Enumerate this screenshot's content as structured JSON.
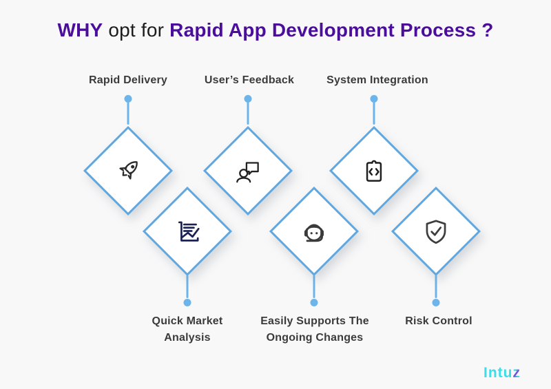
{
  "title": {
    "highlight_prefix": "WHY",
    "connector": " opt for ",
    "highlight_main": "Rapid App Development Process ?"
  },
  "features": [
    {
      "label": "Rapid Delivery",
      "icon": "rocket-icon",
      "row": "top"
    },
    {
      "label": "User’s Feedback",
      "icon": "user-feedback-icon",
      "row": "top"
    },
    {
      "label": "System Integration",
      "icon": "code-clipboard-icon",
      "row": "top"
    },
    {
      "label": "Quick Market Analysis",
      "icon": "market-analysis-chart-icon",
      "row": "bottom"
    },
    {
      "label": "Easily Supports The Ongoing Changes",
      "icon": "support-headset-icon",
      "row": "bottom"
    },
    {
      "label": "Risk Control",
      "icon": "shield-check-icon",
      "row": "bottom"
    }
  ],
  "logo": {
    "part1": "Intu",
    "part2": "z"
  },
  "colors": {
    "background": "#f8f8f8",
    "title_purple": "#4a0e9b",
    "title_dark": "#1c1c1c",
    "diamond_border_blue": "#61a7df",
    "connector_blue": "#6db4ea",
    "label_gray": "#3b3b3b",
    "chart_icon_navy": "#1b2150",
    "icon_dark": "#2a2a2a",
    "logo_cyan": "#3bdde8",
    "logo_purple": "#7a3fd9"
  }
}
